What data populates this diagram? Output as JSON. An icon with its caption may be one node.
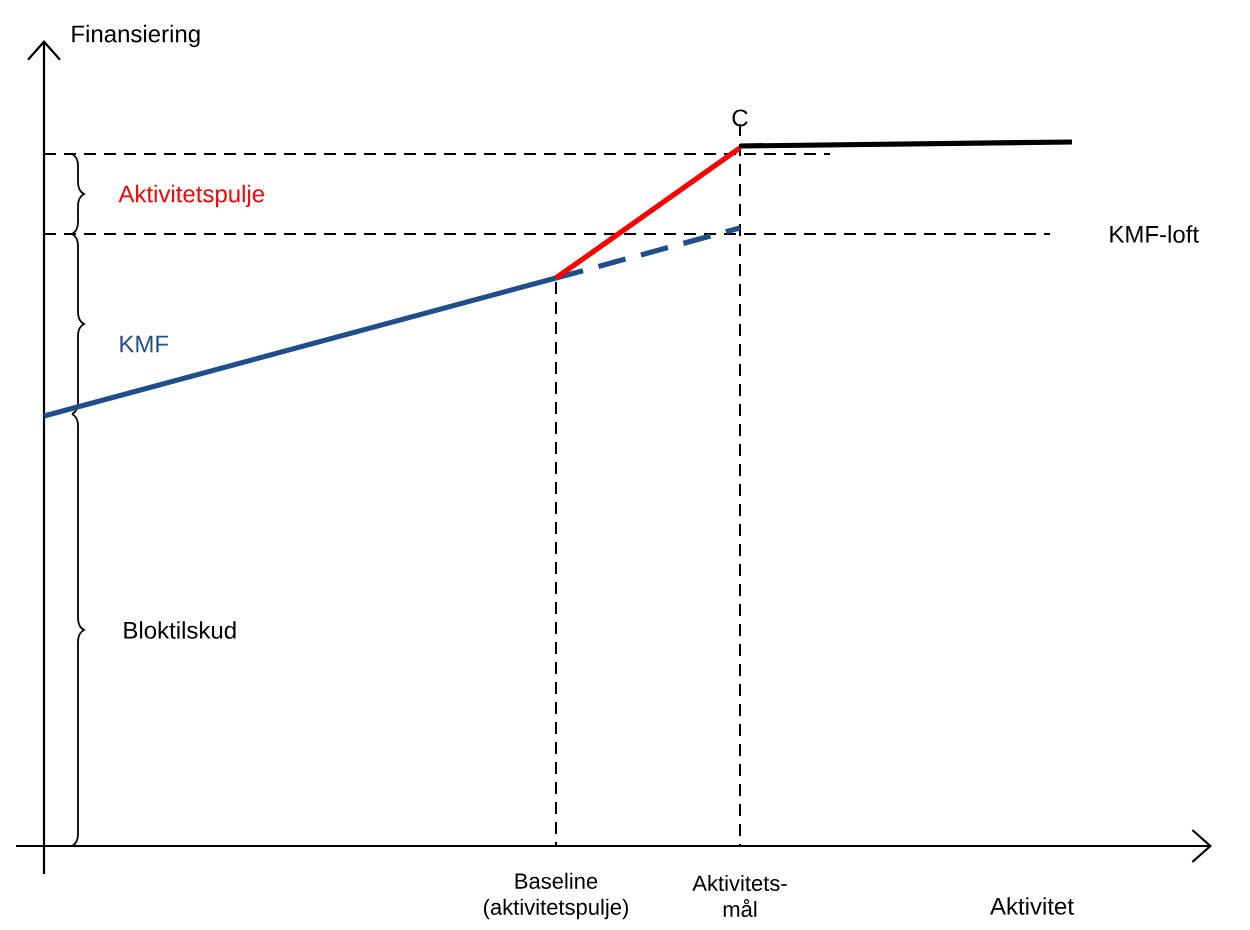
{
  "diagram": {
    "labels": [
      "Finansiering",
      "C",
      "Aktivitetspulje",
      "KMF-loft",
      "KMF",
      "Bloktilskud",
      "Baseline (aktivitetspulje)",
      "Aktivitets- mål",
      "Aktivitet"
    ]
  }
}
